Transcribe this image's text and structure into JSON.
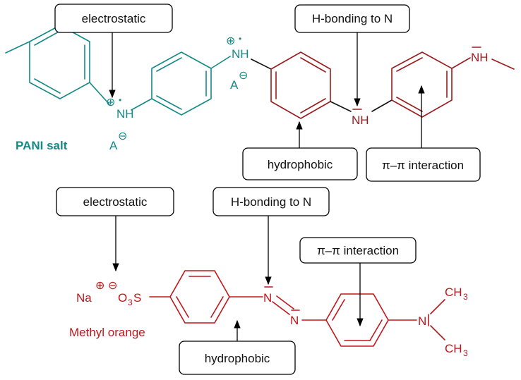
{
  "labels": {
    "electrostatic": "electrostatic",
    "hbonding": "H-bonding to N",
    "hydrophobic": "hydrophobic",
    "pipi": "π–π interaction"
  },
  "pani": {
    "caption": "PANI salt",
    "nh": "NH",
    "anion": "A",
    "charge_plus": "⊕",
    "charge_minus": "⊖",
    "radical": "•"
  },
  "mo": {
    "caption": "Methyl orange",
    "na": "Na",
    "o3s": "O",
    "o3s_sub": "3",
    "o3s_s": "S",
    "n": "N",
    "ch3": "CH",
    "ch3_sub": "3"
  },
  "colors": {
    "pani": "#138a86",
    "polymer_red": "#9b1b1e",
    "methyl_orange": "#c0161a"
  }
}
